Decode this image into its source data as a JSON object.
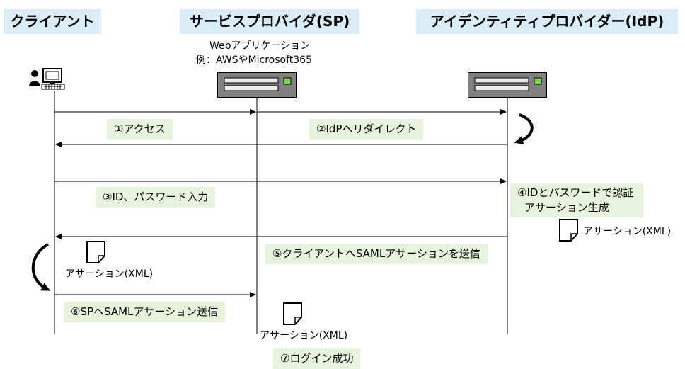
{
  "headers": {
    "client": "クライアント",
    "sp": "サービスプロバイダ(SP)",
    "idp": "アイデンティティプロバイダー(IdP)"
  },
  "sp_caption": {
    "line1": "Webアプリケーション",
    "line2": "例：AWSやMicrosoft365"
  },
  "steps": {
    "s1": "①アクセス",
    "s2": "②IdPへリダイレクト",
    "s3": "③ID、パスワード入力",
    "s4_line1": "④IDとパスワードで認証",
    "s4_line2": "アサーション生成",
    "s5": "⑤クライアントへSAMLアサーションを送信",
    "s6": "⑥SPへSAMLアサーション送信",
    "s7": "⑦ログイン成功"
  },
  "documents": {
    "idp_doc": "アサーション(XML)",
    "client_doc": "アサーション(XML)",
    "sp_doc": "アサーション(XML)"
  },
  "icons": {
    "client": "user-computer-icon",
    "server": "server-icon",
    "document": "document-icon",
    "loop": "curved-arrow-icon"
  },
  "colors": {
    "header_bg": "#d9ecf8",
    "label_bg": "#e7f3dd",
    "server_body": "#808080",
    "server_led": "#7ed957"
  }
}
